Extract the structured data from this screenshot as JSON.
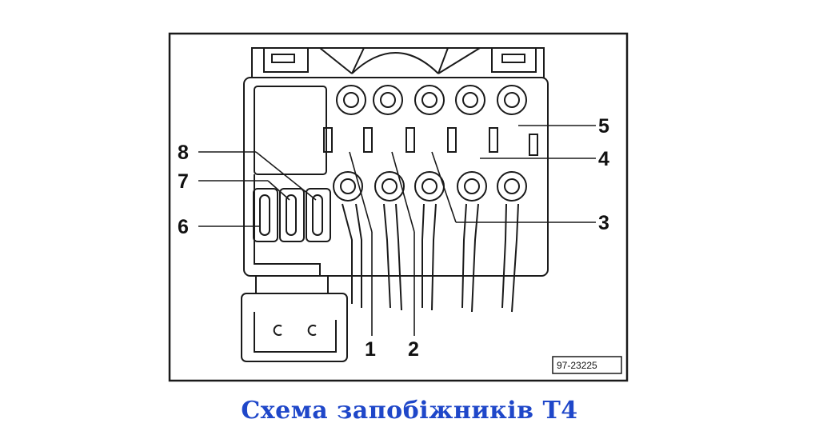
{
  "caption": "Схема запобіжників T4",
  "figure_code": "97-23225",
  "callouts": {
    "c1": "1",
    "c2": "2",
    "c3": "3",
    "c4": "4",
    "c5": "5",
    "c6": "6",
    "c7": "7",
    "c8": "8"
  }
}
